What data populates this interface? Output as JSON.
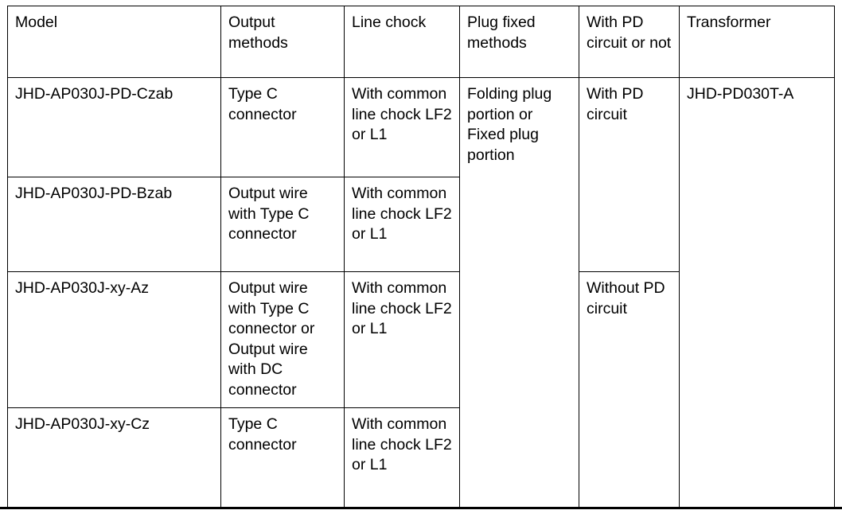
{
  "table": {
    "headers": [
      "Model",
      "Output methods",
      "Line chock",
      "Plug fixed methods",
      "With PD circuit or not",
      "Transformer"
    ],
    "rows": [
      {
        "model": "JHD-AP030J-PD-Czab",
        "output_methods": "Type C connector",
        "line_chock": "With common line chock LF2 or L1",
        "plug_fixed_methods": "Folding plug portion or Fixed plug portion",
        "pd_circuit": "With PD circuit",
        "transformer": "JHD-PD030T-A"
      },
      {
        "model": "JHD-AP030J-PD-Bzab",
        "output_methods": "Output wire with Type C connector",
        "line_chock": "With common line chock LF2 or L1"
      },
      {
        "model": "JHD-AP030J-xy-Az",
        "output_methods": "Output wire with Type C connector or Output wire with DC connector",
        "line_chock": "With common line chock LF2 or L1",
        "pd_circuit": "Without PD circuit"
      },
      {
        "model": "JHD-AP030J-xy-Cz",
        "output_methods": "Type C connector",
        "line_chock": "With common line chock LF2 or L1"
      }
    ]
  },
  "style": {
    "border_color": "#000000",
    "text_color": "#000000",
    "background_color": "#ffffff"
  }
}
